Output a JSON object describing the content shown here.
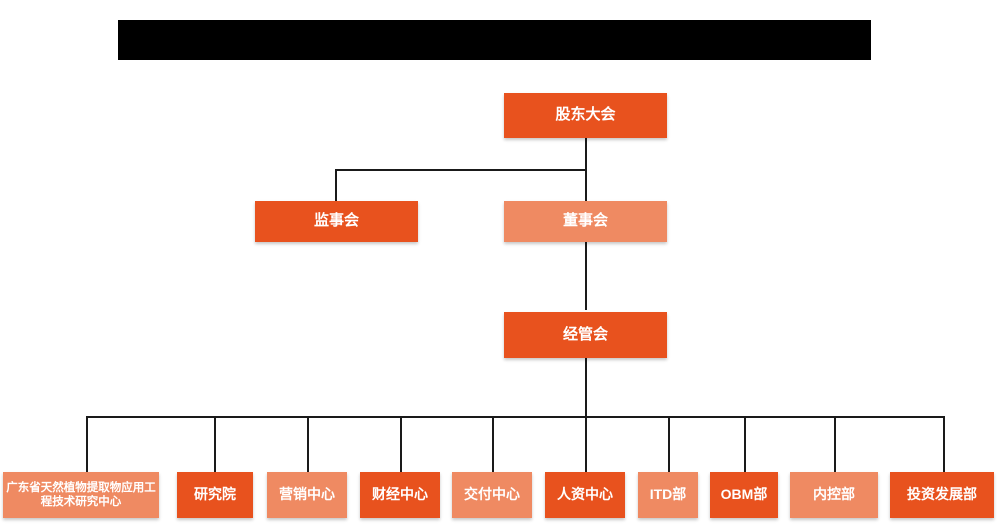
{
  "diagram": {
    "title_bar": {
      "name": "redacted-title-bar",
      "text": ""
    },
    "colors": {
      "dark_orange": "#E8521E",
      "light_orange": "#EF8A62",
      "line": "#1a1a1a",
      "background": "#FFFFFF",
      "redaction": "#000000",
      "text": "#FFFFFF"
    },
    "levels": {
      "level1": [
        {
          "id": "shareholders-meeting",
          "label": "股东大会",
          "tone": "dark"
        }
      ],
      "level2": [
        {
          "id": "supervisory-board",
          "label": "监事会",
          "tone": "dark"
        },
        {
          "id": "board-of-directors",
          "label": "董事会",
          "tone": "light"
        }
      ],
      "level3": [
        {
          "id": "management-committee",
          "label": "经管会",
          "tone": "dark"
        }
      ],
      "level4": [
        {
          "id": "gd-plant-extract-center",
          "label": "广东省天然植物提取物应用工程技术研究中心",
          "tone": "light"
        },
        {
          "id": "research-institute",
          "label": "研究院",
          "tone": "dark"
        },
        {
          "id": "marketing-center",
          "label": "营销中心",
          "tone": "light"
        },
        {
          "id": "finance-center",
          "label": "财经中心",
          "tone": "dark"
        },
        {
          "id": "delivery-center",
          "label": "交付中心",
          "tone": "light"
        },
        {
          "id": "hr-center",
          "label": "人资中心",
          "tone": "dark"
        },
        {
          "id": "itd-department",
          "label": "ITD部",
          "tone": "light"
        },
        {
          "id": "obm-department",
          "label": "OBM部",
          "tone": "dark"
        },
        {
          "id": "internal-control-department",
          "label": "内控部",
          "tone": "light"
        },
        {
          "id": "investment-development-department",
          "label": "投资发展部",
          "tone": "dark"
        }
      ]
    }
  }
}
